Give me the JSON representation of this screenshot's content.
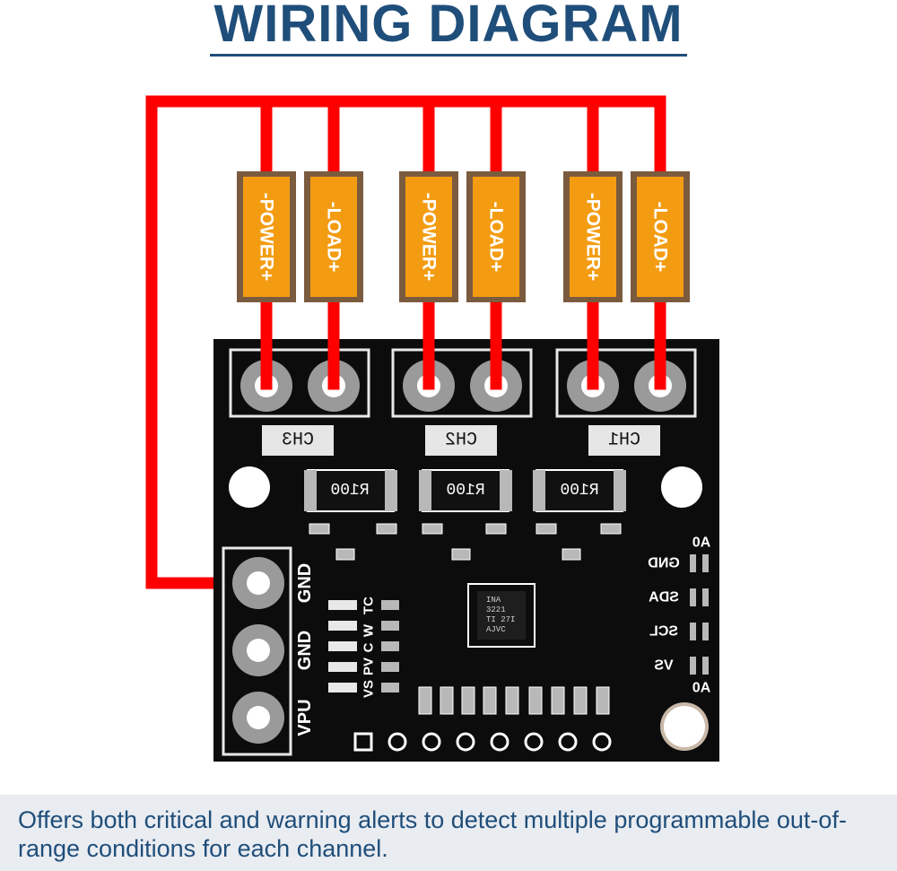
{
  "title": "WIRING DIAGRAM",
  "colors": {
    "wire": "#ff0000",
    "board": "#0c0c0c",
    "label_fill": "#f39c12",
    "label_border": "#7b5b3e",
    "title": "#1f4e7a"
  },
  "labels": {
    "power": "-POWER+",
    "load": "-LOAD+"
  },
  "board": {
    "channels": [
      "CH3",
      "CH2",
      "CH1"
    ],
    "resistor": "R100",
    "power_pins": [
      "GND",
      "GND",
      "VPU"
    ],
    "led_labels": [
      "TC",
      "W",
      "C",
      "PV",
      "VS"
    ],
    "right_header_top": "A0",
    "right_header_bottom": "A0",
    "right_pins": [
      "GND",
      "SDA",
      "SCL",
      "VS"
    ],
    "chip_lines": [
      "INA",
      "3221",
      "TI  27I",
      "AJVC"
    ]
  },
  "caption": "Offers both critical and warning alerts to detect multiple programmable out-of-range conditions for each channel."
}
